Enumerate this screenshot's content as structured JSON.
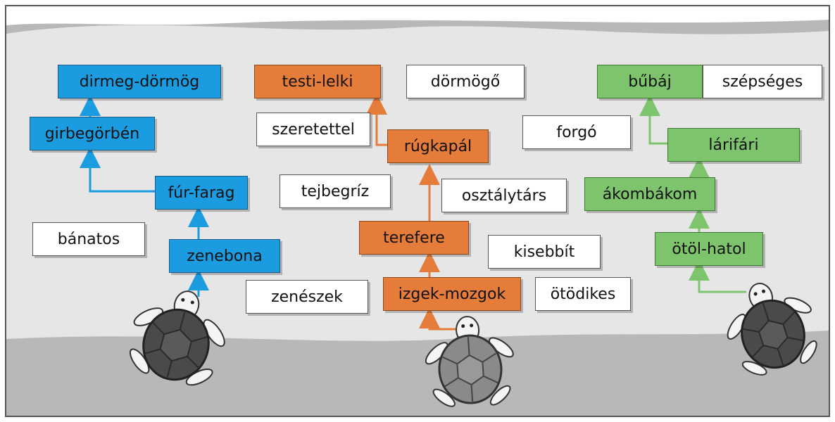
{
  "colors": {
    "blue": "#1b9be0",
    "orange": "#e57c3a",
    "green": "#7dc46d",
    "white_card": "#ffffff",
    "path_light": "#e6e6e6",
    "ground_dark": "#b8b8b8"
  },
  "paths": {
    "blue": [
      "zenebona",
      "fúr-farag",
      "girbegörbén",
      "dirmeg-dörmög"
    ],
    "orange": [
      "izgek-mozgok",
      "terefere",
      "rúgkapál",
      "testi-lelki"
    ],
    "green": [
      "ötöl-hatol",
      "ákombákom",
      "lárifári",
      "bűbáj"
    ]
  },
  "words": {
    "dirmeg_dormog": "dirmeg-dörmög",
    "girbegorben": "girbegörbén",
    "fur_farag": "fúr-farag",
    "zenebona": "zenebona",
    "banatos": "bánatos",
    "testi_lelki": "testi-lelki",
    "szeretettel": "szeretettel",
    "rugkapal": "rúgkapál",
    "tejbegriz": "tejbegríz",
    "terefere": "terefere",
    "zeneszek": "zenészek",
    "izgek_mozgok": "izgek-mozgok",
    "dormogo": "dörmögő",
    "osztalytars": "osztálytárs",
    "kisebbit": "kisebbít",
    "otodikes": "ötödikes",
    "bubaj": "bűbáj",
    "szepseges": "szépséges",
    "forgo": "forgó",
    "larifari": "lárifári",
    "akombakom": "ákombákom",
    "otol_hatol": "ötöl-hatol"
  },
  "turtles": [
    {
      "name": "turtle-left",
      "icon": "turtle-icon",
      "shell": "#4a4a4a"
    },
    {
      "name": "turtle-center",
      "icon": "turtle-icon",
      "shell": "#8a8a8a"
    },
    {
      "name": "turtle-right",
      "icon": "turtle-icon",
      "shell": "#4a4a4a"
    }
  ]
}
